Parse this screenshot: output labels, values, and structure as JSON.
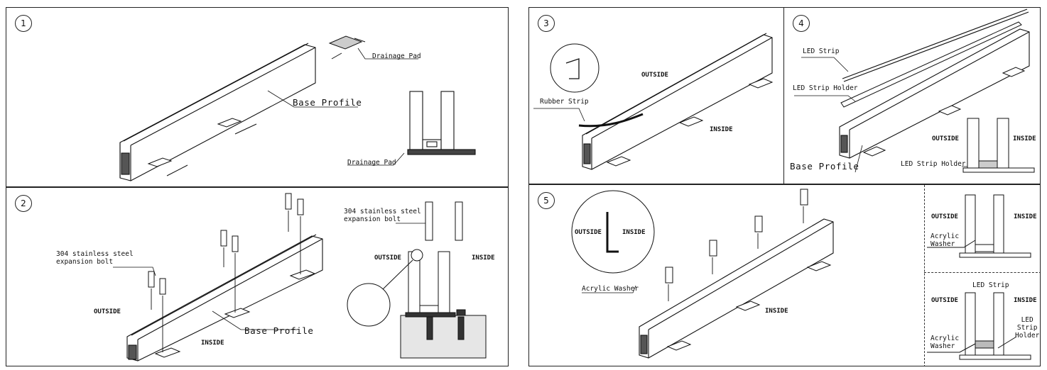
{
  "panels": [
    {
      "number": "1",
      "labels": {
        "drainage_pad": "Drainage Pad",
        "base_profile": "Base Profile",
        "drainage_pad_detail": "Drainage Pad"
      }
    },
    {
      "number": "2",
      "labels": {
        "bolt_left": "304 stainless steel\nexpansion bolt",
        "bolt_detail": "304 stainless steel\nexpansion bolt",
        "outside": "OUTSIDE",
        "inside": "INSIDE",
        "base_profile": "Base Profile",
        "outside_detail": "OUTSIDE",
        "inside_detail": "INSIDE"
      }
    },
    {
      "number": "3",
      "labels": {
        "outside": "OUTSIDE",
        "inside": "INSIDE",
        "rubber_strip": "Rubber Strip"
      }
    },
    {
      "number": "4",
      "labels": {
        "led_strip": "LED Strip",
        "led_strip_holder": "LED Strip Holder",
        "base_profile": "Base Profile",
        "outside_detail": "OUTSIDE",
        "inside_detail": "INSIDE",
        "led_strip_holder_detail": "LED Strip Holder"
      }
    },
    {
      "number": "5",
      "labels": {
        "circle_outside": "OUTSIDE",
        "circle_inside": "INSIDE",
        "acrylic_washer": "Acrylic Washer",
        "inside": "INSIDE",
        "detail_a_outside": "OUTSIDE",
        "detail_a_inside": "INSIDE",
        "detail_a_washer": "Acrylic\nWasher",
        "detail_b_title": "LED Strip",
        "detail_b_outside": "OUTSIDE",
        "detail_b_inside": "INSIDE",
        "detail_b_holder": "LED\nStrip\nHolder",
        "detail_b_washer": "Acrylic\nWasher"
      }
    }
  ]
}
